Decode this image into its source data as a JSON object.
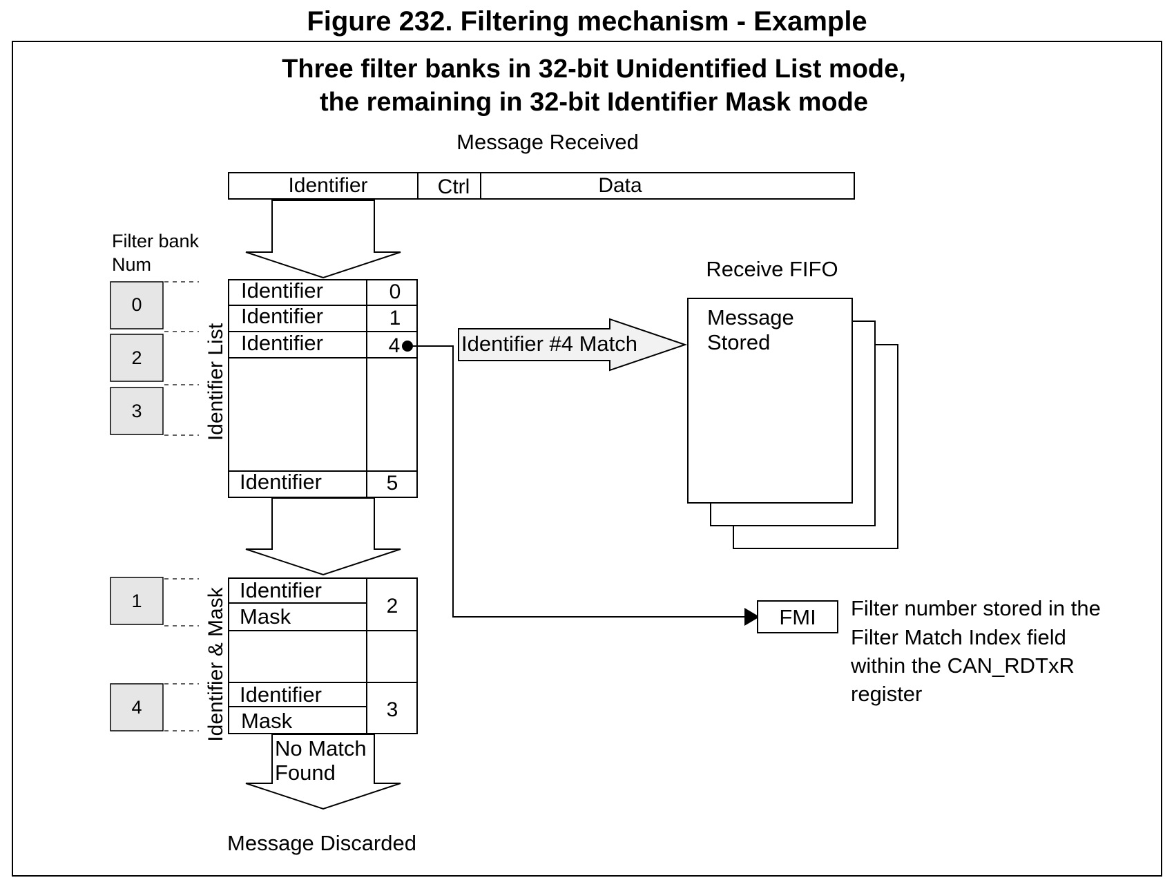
{
  "figure_caption": "Figure 232. Filtering mechanism - Example",
  "heading": {
    "line1": "Three filter banks in 32-bit Unidentified List mode,",
    "line2": "the remaining in 32-bit Identifier Mask mode"
  },
  "message": {
    "label": "Message Received",
    "fields": {
      "identifier": "Identifier",
      "ctrl": "Ctrl",
      "data": "Data"
    }
  },
  "filter_bank": {
    "header_line1": "Filter bank",
    "header_line2": "Num",
    "list_banks": [
      "0",
      "2",
      "3"
    ],
    "mask_banks": [
      "1",
      "4"
    ]
  },
  "identifier_list": {
    "side_label": "Identifier List",
    "rows": [
      {
        "label": "Identifier",
        "index": "0"
      },
      {
        "label": "Identifier",
        "index": "1"
      },
      {
        "label": "Identifier",
        "index": "4"
      },
      {
        "label": "Identifier",
        "index": "5"
      }
    ]
  },
  "identifier_mask": {
    "side_label": "Identifier & Mask",
    "groups": [
      {
        "identifier": "Identifier",
        "mask": "Mask",
        "index": "2"
      },
      {
        "identifier": "Identifier",
        "mask": "Mask",
        "index": "3"
      }
    ]
  },
  "match_arrow": "Identifier #4 Match",
  "receive_fifo": {
    "title": "Receive FIFO",
    "line1": "Message",
    "line2": "Stored"
  },
  "fmi": {
    "label": "FMI",
    "note": [
      "Filter number stored in the",
      "Filter Match Index field",
      "within the CAN_RDTxR",
      "register"
    ]
  },
  "no_match": {
    "line1": "No Match",
    "line2": "Found"
  },
  "discarded": "Message Discarded"
}
